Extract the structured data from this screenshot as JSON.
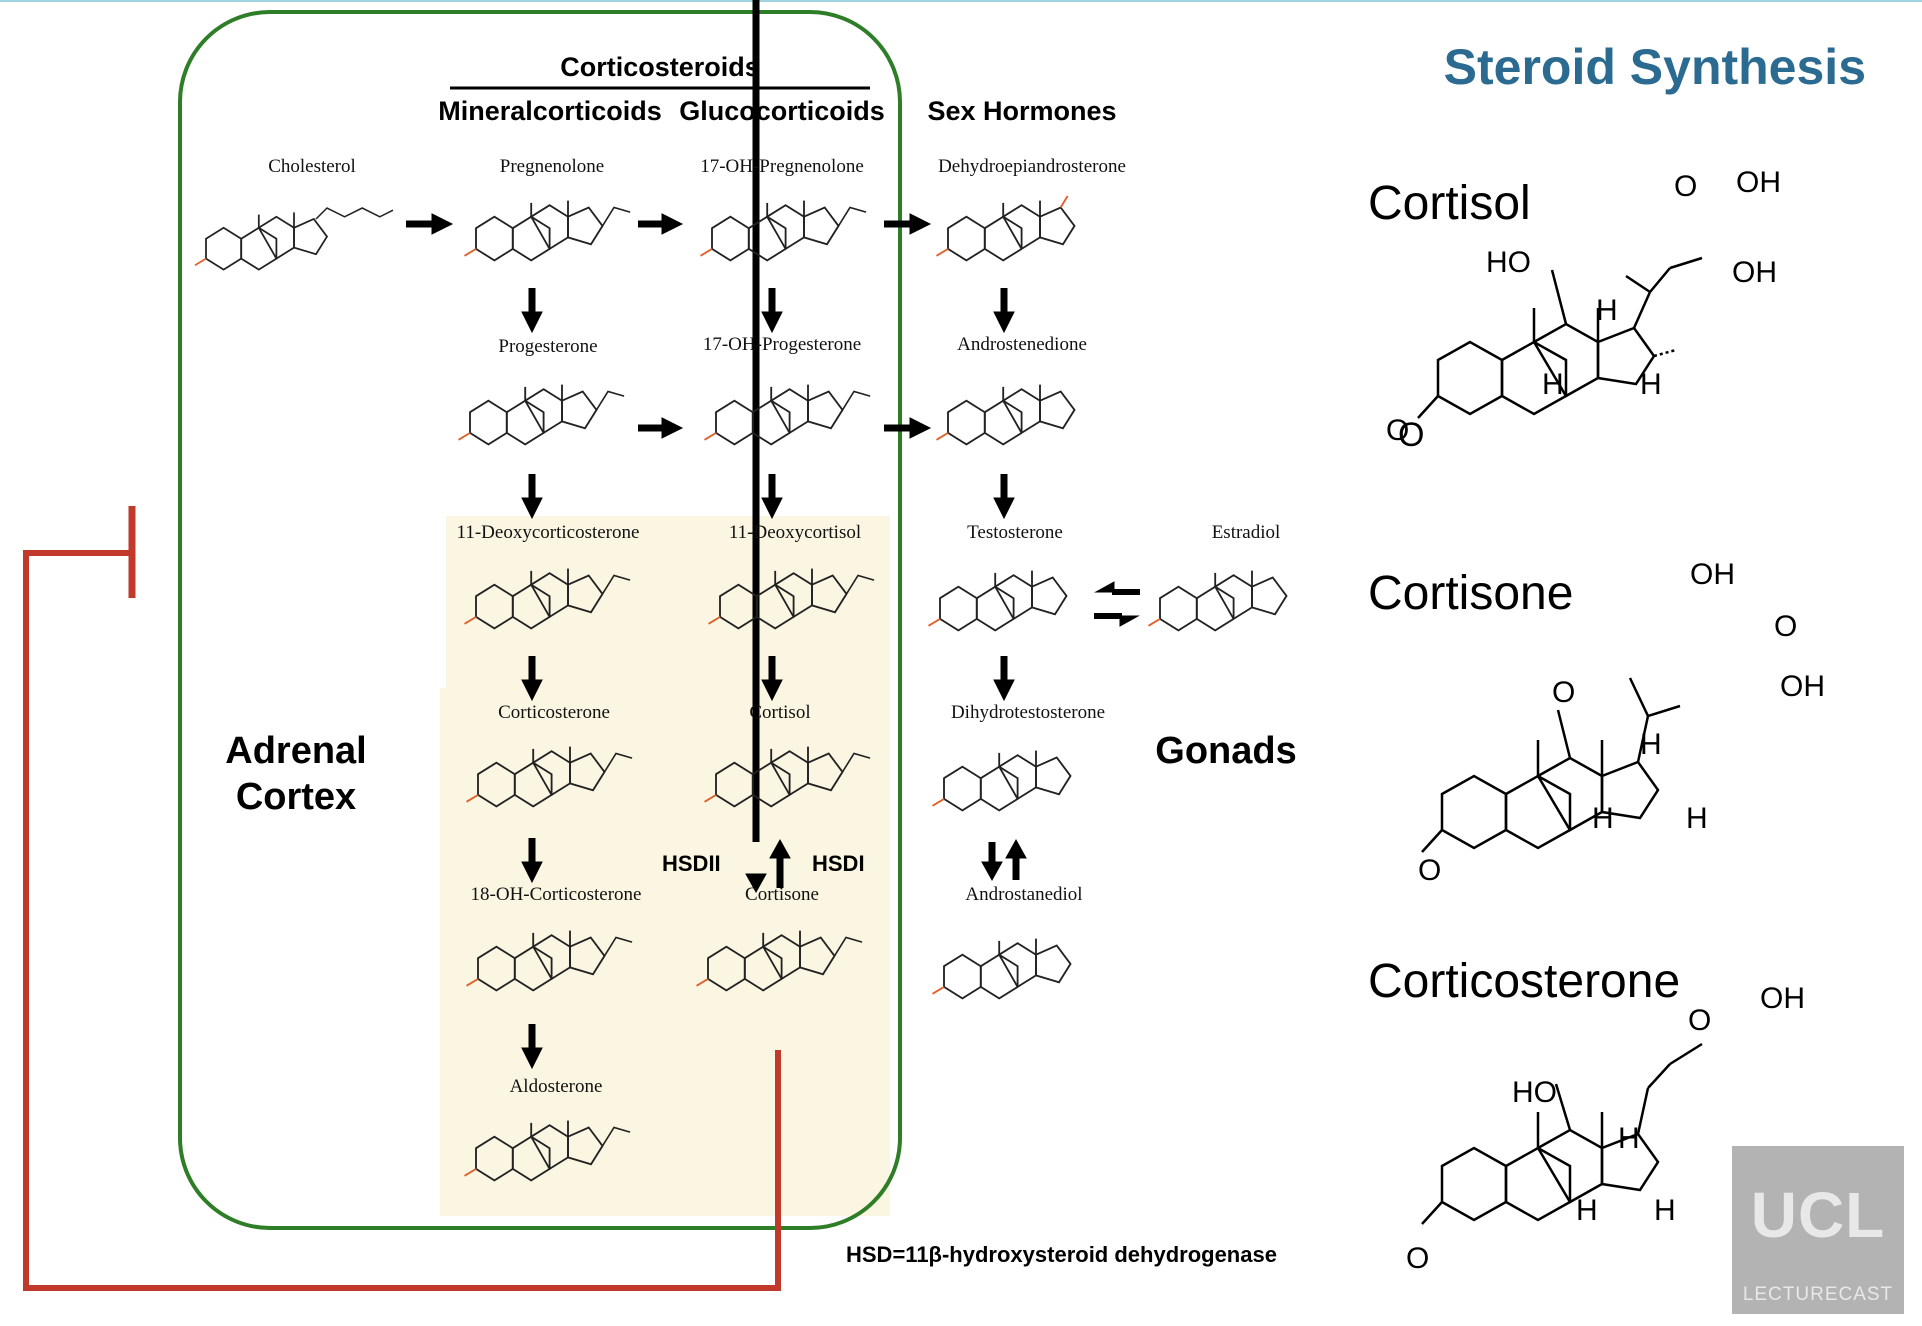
{
  "title": "Steroid Synthesis",
  "headers": {
    "corticosteroids": "Corticosteroids",
    "mineralcorticoids": "Mineralcorticoids",
    "glucocorticoids": "Glucocorticoids",
    "sex_hormones": "Sex Hormones"
  },
  "compounds": {
    "cholesterol": "Cholesterol",
    "pregnenolone": "Pregnenolone",
    "oh17_pregnenolone": "17-OH-Pregnenolone",
    "dhea": "Dehydroepiandrosterone",
    "progesterone": "Progesterone",
    "oh17_progesterone": "17-OH-Progesterone",
    "androstenedione": "Androstenedione",
    "deoxycorticosterone": "11-Deoxycorticosterone",
    "deoxycortisol": "11-Deoxycortisol",
    "testosterone": "Testosterone",
    "estradiol": "Estradiol",
    "corticosterone": "Corticosterone",
    "cortisol": "Cortisol",
    "dihydrotestosterone": "Dihydrotestosterone",
    "oh18_corticosterone": "18-OH-Corticosterone",
    "cortisone": "Cortisone",
    "androstanediol": "Androstanediol",
    "aldosterone": "Aldosterone"
  },
  "regions": {
    "adrenal_line1": "Adrenal",
    "adrenal_line2": "Cortex",
    "gonads": "Gonads"
  },
  "enzymes": {
    "hsd2": "HSDII",
    "hsd1": "HSDI"
  },
  "footnote": "HSD=11β-hydroxysteroid dehydrogenase",
  "structures": {
    "cortisol": "Cortisol",
    "cortisone": "Cortisone",
    "corticosterone": "Corticosterone"
  },
  "watermark": {
    "brand": "UCL",
    "sub": "LECTURECAST"
  },
  "colors": {
    "title": "#2c6b91",
    "adrenal_box": "#2e7d27",
    "feedback": "#c0392b",
    "highlight": "#fbf6e2",
    "substituent": "#e0602a"
  }
}
